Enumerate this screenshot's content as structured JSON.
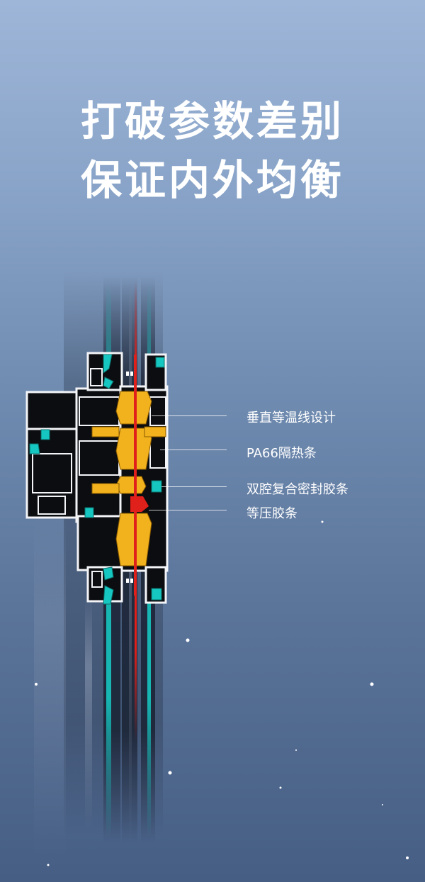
{
  "headline": {
    "line1": "打破参数差别",
    "line2": "保证内外均衡"
  },
  "callouts": [
    "垂直等温线设计",
    "PA66隔热条",
    "双腔复合密封胶条",
    "等压胶条"
  ],
  "colors": {
    "profile_outline": "#f2f4f7",
    "profile_fill": "#0c0d10",
    "insulation_strip": "#f2b21d",
    "seal_gasket": "#16c6c0",
    "isotherm_line": "#e0201a",
    "glass_band": "#1a2233"
  }
}
